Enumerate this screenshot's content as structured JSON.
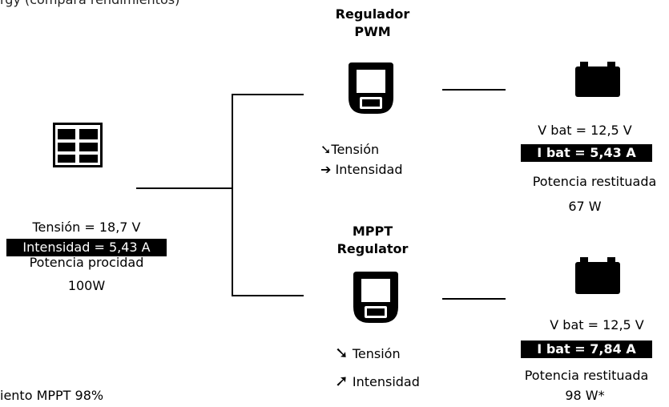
{
  "top_note": "rgy (compara rendimientos)",
  "solar": {
    "voltage": "Tensión = 18,7 V",
    "current": "Intensidad = 5,43 A",
    "power_label": "Potencia procidad",
    "power_value": "100W"
  },
  "pwm": {
    "title_line1": "Regulador",
    "title_line2": "PWM",
    "arrow_down": "➘",
    "voltage_label": "Tensión",
    "arrow_right": "➔",
    "current_label": "Intensidad"
  },
  "mppt": {
    "title_line1": "MPPT",
    "title_line2": "Regulator",
    "arrow_down": "➘",
    "voltage_label": "Tensión",
    "arrow_up": "➚",
    "current_label": "Intensidad"
  },
  "battery_pwm": {
    "voltage": "V bat = 12,5 V",
    "current": "I bat = 5,43 A",
    "power_label": "Potencia restituada",
    "power_value": "67 W"
  },
  "battery_mppt": {
    "voltage": "V bat = 12,5 V",
    "current": "I bat = 7,84 A",
    "power_label": "Potencia restituada",
    "power_value": "98 W*"
  },
  "footnote": "iento MPPT 98%"
}
